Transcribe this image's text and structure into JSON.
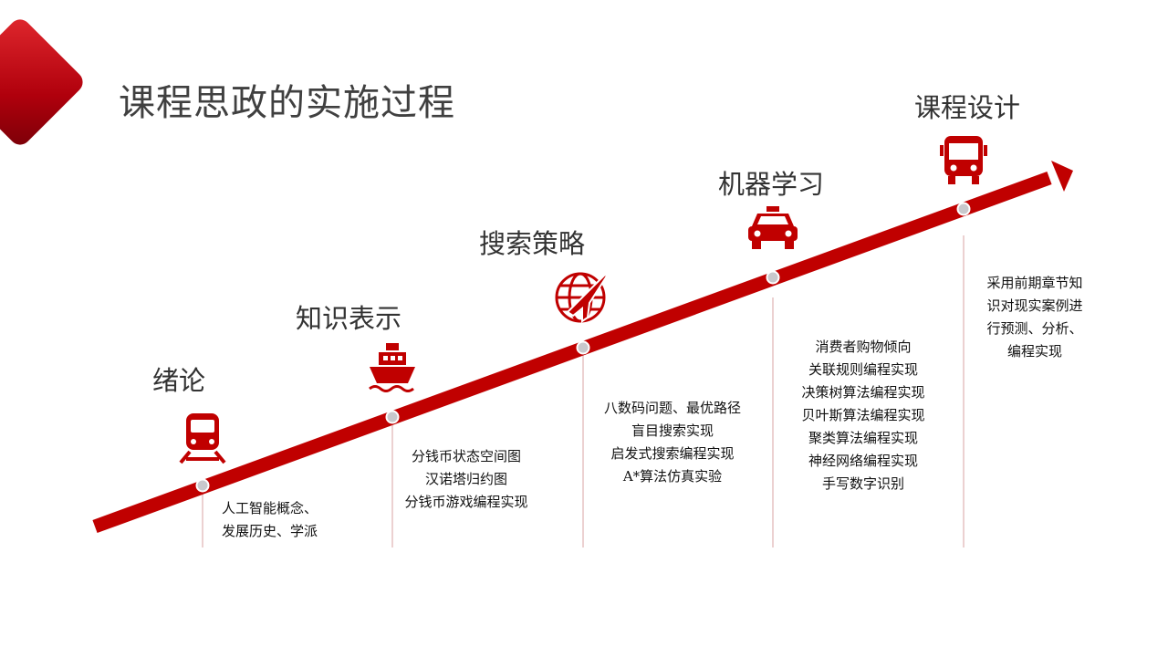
{
  "title": "课程思政的实施过程",
  "accent_color": "#c00000",
  "stages": [
    {
      "label": "绪论",
      "icon": "train-icon",
      "lines": [
        "人工智能概念、",
        "发展历史、学派"
      ]
    },
    {
      "label": "知识表示",
      "icon": "ship-icon",
      "lines": [
        "分钱币状态空间图",
        "汉诺塔归约图",
        "分钱币游戏编程实现"
      ]
    },
    {
      "label": "搜索策略",
      "icon": "globe-plane-icon",
      "lines": [
        "八数码问题、最优路径",
        "盲目搜索实现",
        "启发式搜索编程实现",
        "A*算法仿真实验"
      ]
    },
    {
      "label": "机器学习",
      "icon": "taxi-icon",
      "lines": [
        "消费者购物倾向",
        "关联规则编程实现",
        "决策树算法编程实现",
        "贝叶斯算法编程实现",
        "聚类算法编程实现",
        "神经网络编程实现",
        "手写数字识别"
      ]
    },
    {
      "label": "课程设计",
      "icon": "bus-icon",
      "lines": [
        "采用前期章节知",
        "识对现实案例进",
        "行预测、分析、",
        "编程实现"
      ]
    }
  ]
}
